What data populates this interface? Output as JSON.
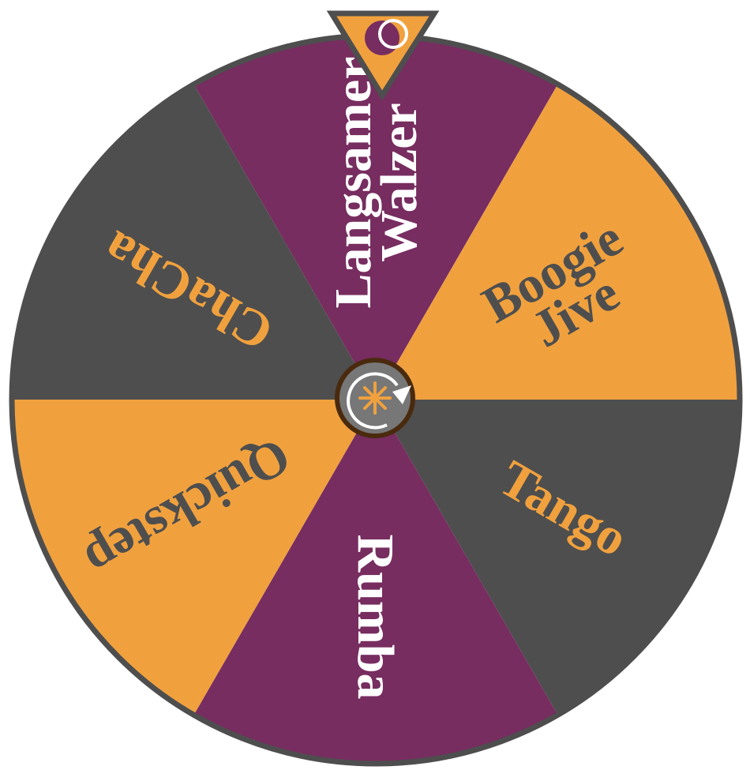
{
  "wheel": {
    "colors": {
      "purple": "#772d60",
      "orange": "#f0a13e",
      "gray": "#4e4e4e",
      "border": "#4e4e4e",
      "hub_fill": "#777777",
      "hub_border": "#4a2a0e"
    },
    "segments": [
      {
        "lines": [
          "Langsamer",
          "Walzer"
        ],
        "fill": "#772d60",
        "text_color": "#ffffff"
      },
      {
        "lines": [
          "Boogie",
          "Jive"
        ],
        "fill": "#f0a13e",
        "text_color": "#4e4e4e"
      },
      {
        "lines": [
          "Tango"
        ],
        "fill": "#4e4e4e",
        "text_color": "#f0a13e"
      },
      {
        "lines": [
          "Rumba"
        ],
        "fill": "#772d60",
        "text_color": "#ffffff"
      },
      {
        "lines": [
          "Quickstep"
        ],
        "fill": "#f0a13e",
        "text_color": "#4e4e4e"
      },
      {
        "lines": [
          "ChaCha"
        ],
        "fill": "#4e4e4e",
        "text_color": "#f0a13e"
      }
    ],
    "hub_icon": "spin-refresh-icon",
    "pointer_icon": "pointer-triangle-icon"
  }
}
